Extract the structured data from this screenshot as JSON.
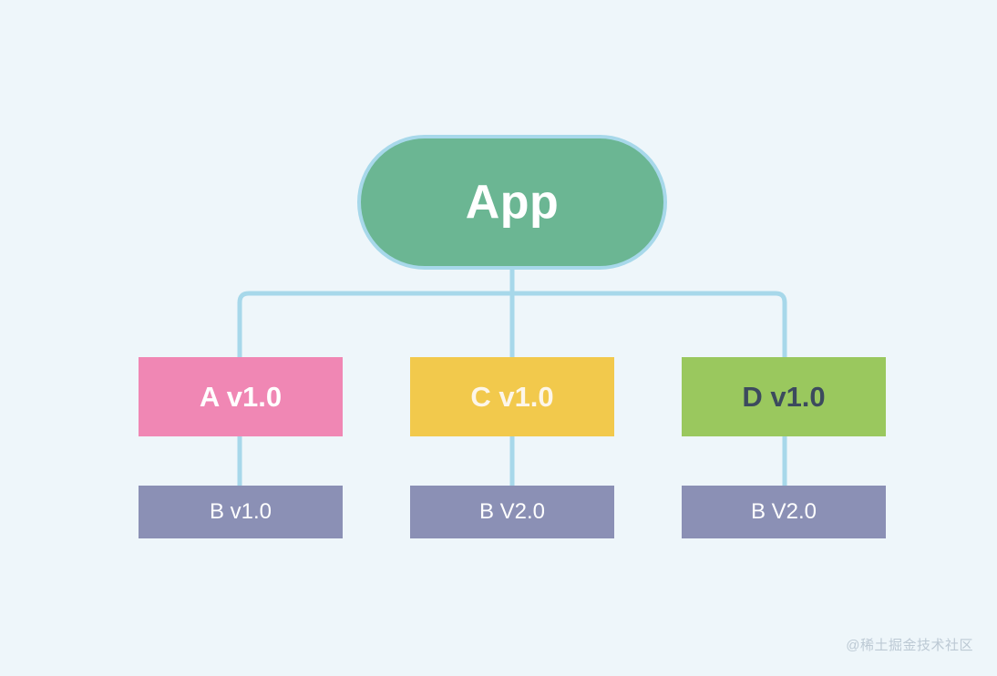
{
  "diagram": {
    "background_color": "#eef6fa",
    "connector_color": "#a7d8ea",
    "root": {
      "label": "App",
      "fill": "#6bb693",
      "border": "#a7d8ea",
      "text_color": "#ffffff",
      "shape": "pill"
    },
    "middle_row": [
      {
        "label": "A v1.0",
        "fill": "#f087b4",
        "text_color": "#ffffff",
        "shape": "rectangle"
      },
      {
        "label": "C v1.0",
        "fill": "#f2c94c",
        "text_color": "#fdf6ea",
        "shape": "rectangle"
      },
      {
        "label": "D v1.0",
        "fill": "#9ac85e",
        "text_color": "#3c4a5e",
        "shape": "rectangle"
      }
    ],
    "bottom_row": [
      {
        "label": "B v1.0",
        "fill": "#8b90b5",
        "text_color": "#ffffff",
        "shape": "rectangle"
      },
      {
        "label": "B V2.0",
        "fill": "#8b90b5",
        "text_color": "#ffffff",
        "shape": "rectangle"
      },
      {
        "label": "B V2.0",
        "fill": "#8b90b5",
        "text_color": "#ffffff",
        "shape": "rectangle"
      }
    ],
    "edges": [
      {
        "from": "App",
        "to": "A v1.0"
      },
      {
        "from": "App",
        "to": "C v1.0"
      },
      {
        "from": "App",
        "to": "D v1.0"
      },
      {
        "from": "A v1.0",
        "to": "B v1.0"
      },
      {
        "from": "C v1.0",
        "to": "B V2.0"
      },
      {
        "from": "D v1.0",
        "to": "B V2.0"
      }
    ]
  },
  "watermark": {
    "text": "@稀土掘金技术社区"
  }
}
